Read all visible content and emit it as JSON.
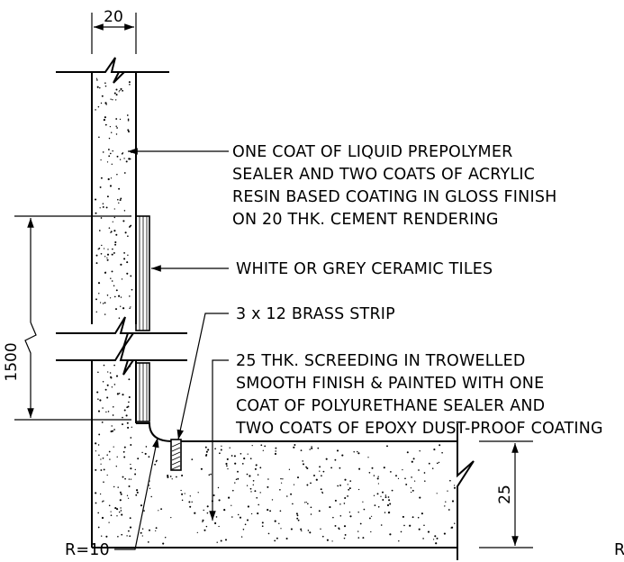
{
  "dimensions": {
    "wall_thickness": "20",
    "dado_height": "1500",
    "screed_thickness": "25"
  },
  "labels": {
    "coating": [
      "ONE COAT OF LIQUID PREPOLYMER",
      "SEALER AND TWO COATS OF ACRYLIC",
      "RESIN BASED COATING IN GLOSS FINISH",
      "ON 20 THK. CEMENT RENDERING"
    ],
    "tiles": "WHITE OR GREY CERAMIC TILES",
    "brass_strip": "3 x 12 BRASS STRIP",
    "screeding": [
      "25 THK. SCREEDING IN TROWELLED",
      "SMOOTH FINISH & PAINTED WITH ONE",
      "COAT OF POLYURETHANE SEALER AND",
      "TWO COATS OF EPOXY DUST-PROOF COATING"
    ],
    "radius": "R=10",
    "edge_fragment": "R"
  }
}
